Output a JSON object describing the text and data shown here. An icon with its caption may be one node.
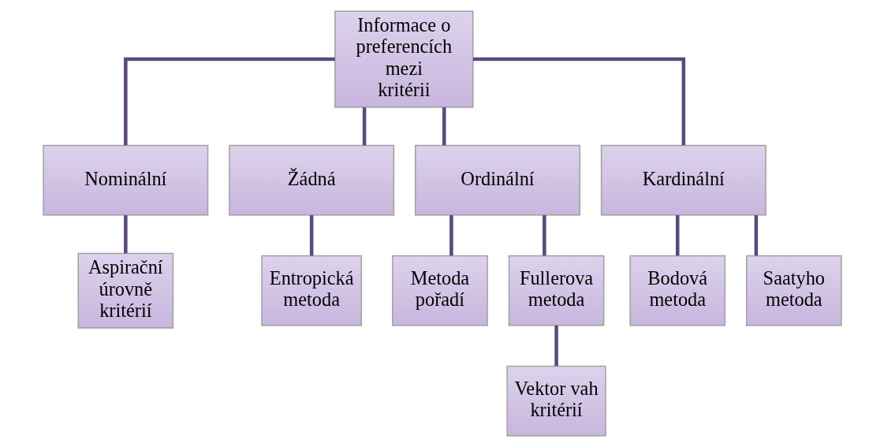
{
  "diagram": {
    "nodes": [
      {
        "text": [
          "Informace o preferencích mezi kritérii"
        ]
      },
      {
        "text": [
          "Nominální"
        ]
      },
      {
        "text": [
          "Žádná"
        ]
      },
      {
        "text": [
          "Ordinální"
        ]
      },
      {
        "text": [
          "Kardinální"
        ]
      },
      {
        "text": [
          "Aspirační úrovně kritérií"
        ]
      },
      {
        "text": [
          "Entropická metoda"
        ]
      },
      {
        "text": [
          "Metoda pořadí"
        ]
      },
      {
        "text": [
          "Fullerova metoda"
        ]
      },
      {
        "text": [
          "Bodová metoda"
        ]
      },
      {
        "text": [
          "Saatyho metoda"
        ]
      },
      {
        "text": [
          "Vektor vah kritérií"
        ]
      }
    ],
    "edges": [
      {
        "from": 0,
        "to": 1,
        "arrow": "none"
      },
      {
        "from": 0,
        "to": 2,
        "arrow": "none"
      },
      {
        "from": 0,
        "to": 3,
        "arrow": "none"
      },
      {
        "from": 0,
        "to": 4,
        "arrow": "none"
      },
      {
        "from": 1,
        "to": 5,
        "arrow": "none"
      },
      {
        "from": 2,
        "to": 6,
        "arrow": "none"
      },
      {
        "from": 3,
        "to": 7,
        "arrow": "none"
      },
      {
        "from": 3,
        "to": 8,
        "arrow": "none"
      },
      {
        "from": 4,
        "to": 9,
        "arrow": "none"
      },
      {
        "from": 4,
        "to": 10,
        "arrow": "none"
      },
      {
        "from": 8,
        "to": 11,
        "arrow": "none"
      }
    ]
  }
}
